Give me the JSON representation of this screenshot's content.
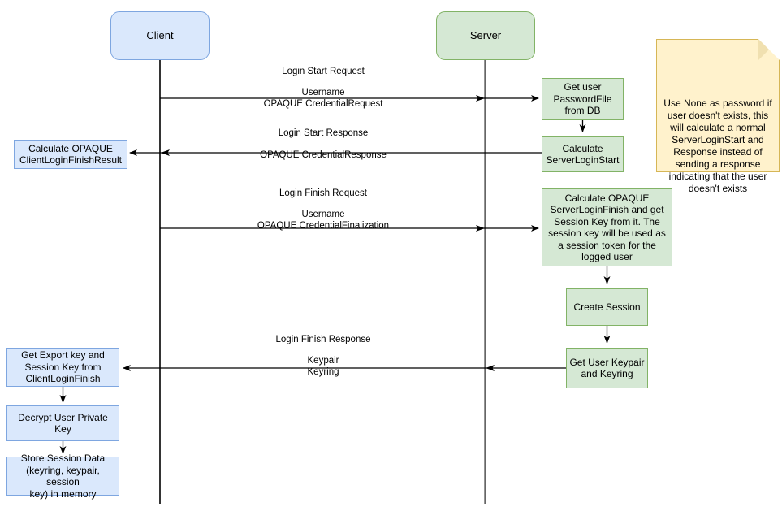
{
  "diagram": {
    "title": "OPAQUE Login Sequence Diagram",
    "type": "sequence-diagram",
    "colors": {
      "client_fill": "#dae8fc",
      "client_stroke": "#7ea6e0",
      "server_fill": "#d5e8d4",
      "server_stroke": "#82b366",
      "note_fill": "#fff2cc",
      "note_stroke": "#d6b656",
      "client_lifeline": "#000000",
      "server_lifeline": "#666666",
      "arrow": "#000000"
    }
  },
  "actors": {
    "client": {
      "label": "Client"
    },
    "server": {
      "label": "Server"
    }
  },
  "client_steps": [
    {
      "label": "Calculate OPAQUE\nClientLoginFinishResult"
    },
    {
      "label": "Get Export key and\nSession Key from\nClientLoginFinish"
    },
    {
      "label": "Decrypt User Private Key"
    },
    {
      "label": "Store Session Data\n(keyring, keypair, session\nkey) in memory"
    }
  ],
  "server_steps": [
    {
      "label": "Get user\nPasswordFile\nfrom DB"
    },
    {
      "label": "Calculate\nServerLoginStart"
    },
    {
      "label": "Calculate OPAQUE\nServerLoginFinish and get\nSession Key from it. The\nsession key will be used as\na session token for the\nlogged user"
    },
    {
      "label": "Create Session"
    },
    {
      "label": "Get User Keypair\nand Keyring"
    }
  ],
  "messages": [
    {
      "name": "login-start-request",
      "title": "Login Start Request",
      "payload": "Username\nOPAQUE CredentialRequest",
      "direction": "client-to-server"
    },
    {
      "name": "login-start-response",
      "title": "Login Start Response",
      "payload": "OPAQUE CredentialResponse",
      "direction": "server-to-client"
    },
    {
      "name": "login-finish-request",
      "title": "Login Finish Request",
      "payload": "Username\nOPAQUE CredentialFinalization",
      "direction": "client-to-server"
    },
    {
      "name": "login-finish-response",
      "title": "Login Finish Response",
      "payload": "Keypair\nKeyring",
      "direction": "server-to-client"
    }
  ],
  "note": {
    "text": "Use None as password if user doesn't exists, this will calculate a normal ServerLoginStart and Response instead of sending a response indicating that the user doesn't exists"
  }
}
